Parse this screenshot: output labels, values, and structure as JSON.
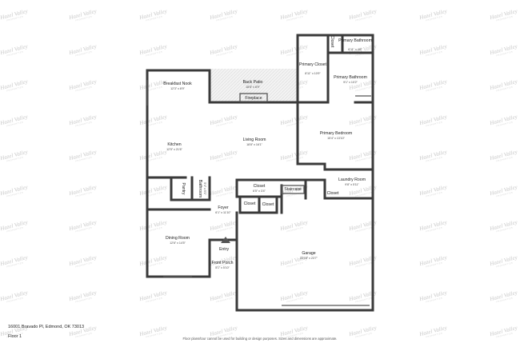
{
  "watermark": {
    "brand": "Hazel Valley",
    "tagline": "PROPERTIES"
  },
  "footer": {
    "address": "16001 Bravado Pl, Edmond, OK 73013",
    "floor": "Floor 1",
    "disclaimer": "Floor plans/tour cannot be used for building or design purposes. Sizes and dimensions are approximate."
  },
  "rooms": [
    {
      "id": "breakfast-nook",
      "name": "Breakfast Nook",
      "dims": "12'3\" x 8'9\""
    },
    {
      "id": "back-patio",
      "name": "Back Patio",
      "dims": "18'8\" x 8'9\""
    },
    {
      "id": "fireplace",
      "name": "Fireplace",
      "dims": ""
    },
    {
      "id": "primary-closet",
      "name": "Primary Closet",
      "dims": "8'11\" x 10'9\""
    },
    {
      "id": "closet-wc",
      "name": "Closet",
      "dims": ""
    },
    {
      "id": "primary-bathroom-small",
      "name": "Primary Bathroom",
      "dims": "6'11\" x 4'6\""
    },
    {
      "id": "primary-bathroom",
      "name": "Primary Bathroom",
      "dims": "9'1\" x 10'2\""
    },
    {
      "id": "kitchen",
      "name": "Kitchen",
      "dims": "12'5\" x 21'6\""
    },
    {
      "id": "living-room",
      "name": "Living Room",
      "dims": "18'8\" x 16'1\""
    },
    {
      "id": "primary-bedroom",
      "name": "Primary Bedroom",
      "dims": "15'4\" x 13'10\""
    },
    {
      "id": "pantry",
      "name": "Pantry",
      "dims": ""
    },
    {
      "id": "bathroom",
      "name": "Bathroom",
      "dims": "5'4\" x 5'1\""
    },
    {
      "id": "closet-hall",
      "name": "Closet",
      "dims": "6'5\" x 3'4\""
    },
    {
      "id": "staircase",
      "name": "Staircase",
      "dims": ""
    },
    {
      "id": "laundry-room",
      "name": "Laundry Room",
      "dims": "9'8\" x 5'11\""
    },
    {
      "id": "closet-a",
      "name": "Closet",
      "dims": ""
    },
    {
      "id": "closet-b",
      "name": "Closet",
      "dims": ""
    },
    {
      "id": "closet-c",
      "name": "Closet",
      "dims": ""
    },
    {
      "id": "foyer",
      "name": "Foyer",
      "dims": "6'1\" x 11'10\""
    },
    {
      "id": "dining-room",
      "name": "Dining Room",
      "dims": "12'6\" x 14'5\""
    },
    {
      "id": "entry",
      "name": "Entry",
      "dims": ""
    },
    {
      "id": "front-porch",
      "name": "Front Porch",
      "dims": "5'1\" x 5'10\""
    },
    {
      "id": "garage",
      "name": "Garage",
      "dims": "22'10\" x 23'7\""
    }
  ]
}
